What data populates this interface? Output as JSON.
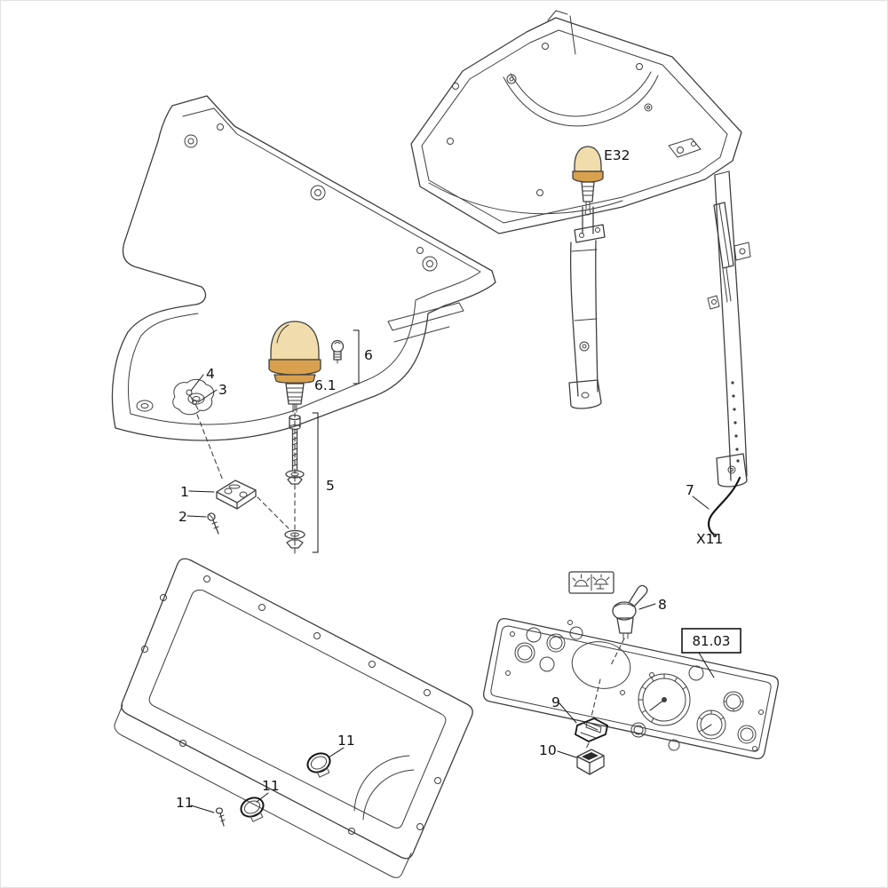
{
  "colors": {
    "page_bg": "#ffffff",
    "line": "#3f3f3f",
    "line_dark": "#161616",
    "beacon_amber": "#d9a14e",
    "beacon_amber_light": "#f0ddab",
    "label_text": "#111111"
  },
  "labels": {
    "part1": "1",
    "part2": "2",
    "part3": "3",
    "part4": "4",
    "part5": "5",
    "part6": "6",
    "part6_1": "6.1",
    "part7": "7",
    "part8": "8",
    "part9": "9",
    "part10": "10",
    "part11_upper": "11",
    "part11_middle": "11",
    "part11_lower": "11",
    "beacon_id": "E32",
    "connector_id": "X11",
    "ref_box": "81.03"
  }
}
